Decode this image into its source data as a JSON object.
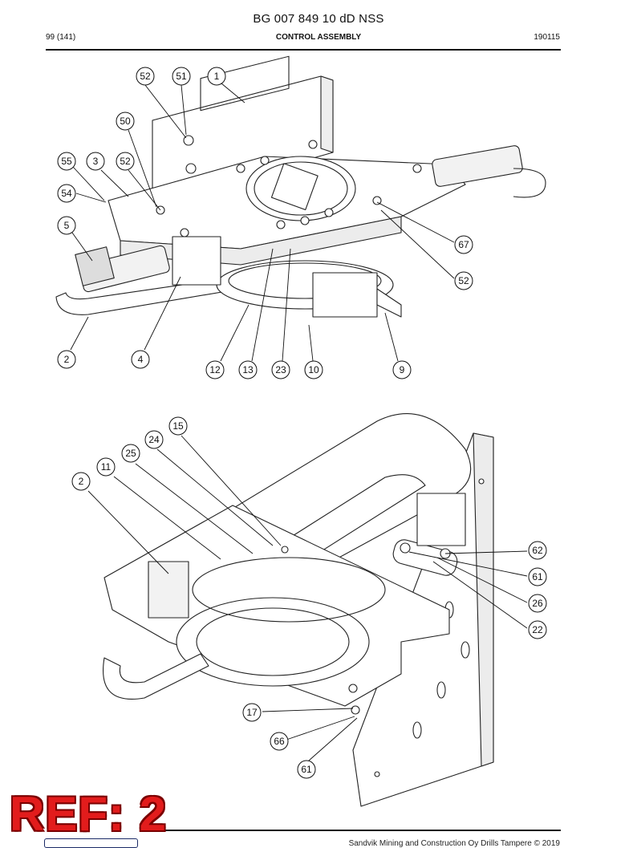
{
  "header": {
    "doc_number": "BG 007 849 10 dD NSS",
    "page": "99 (141)",
    "section": "CONTROL ASSEMBLY",
    "code": "190115"
  },
  "ref_label": "REF: 2",
  "footer": {
    "copyright": "Sandvik Mining and Construction Oy Drills Tampere © 2019"
  },
  "callouts_top": [
    "52",
    "51",
    "1",
    "50",
    "55",
    "3",
    "52",
    "54",
    "5",
    "67",
    "52",
    "2",
    "4",
    "12",
    "13",
    "23",
    "10",
    "9"
  ],
  "callouts_bottom": [
    "15",
    "24",
    "25",
    "11",
    "2",
    "62",
    "61",
    "26",
    "22",
    "17",
    "66",
    "61"
  ]
}
